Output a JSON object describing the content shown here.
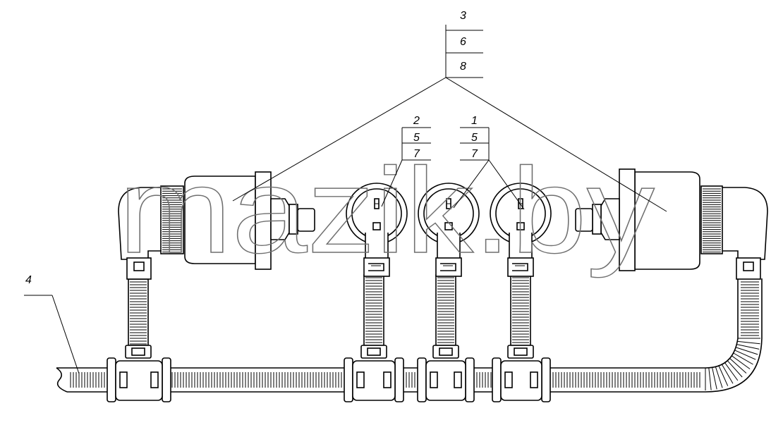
{
  "watermark": "mazik.by",
  "callouts": {
    "top": {
      "labels": [
        "3",
        "6",
        "8"
      ]
    },
    "left": {
      "labels": [
        "2",
        "5",
        "7"
      ]
    },
    "right": {
      "labels": [
        "1",
        "5",
        "7"
      ]
    },
    "hose": {
      "label": "4"
    }
  },
  "colors": {
    "line": "#000000",
    "watermark": "#6f6f6f",
    "background": "#ffffff"
  }
}
